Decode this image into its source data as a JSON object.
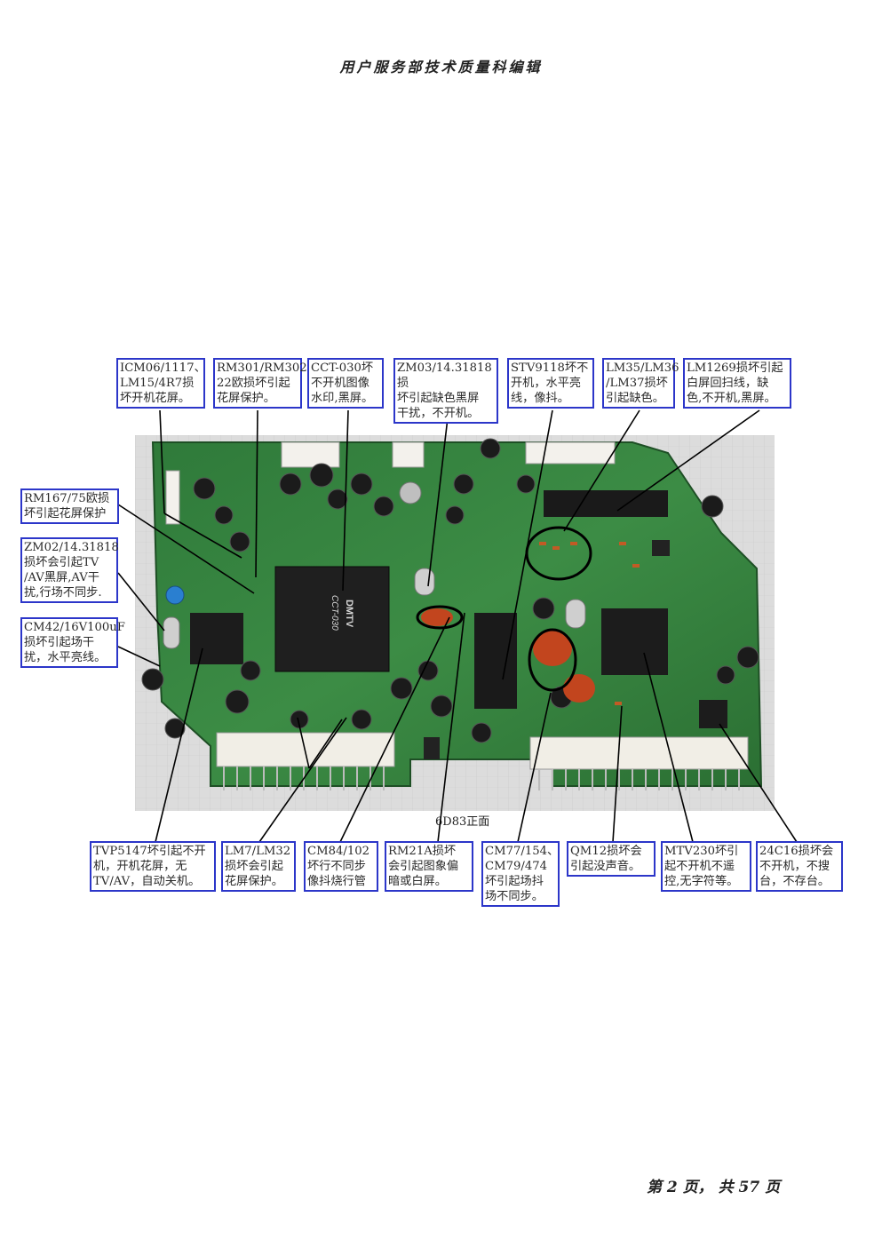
{
  "header": {
    "title": "用户服务部技术质量科编辑"
  },
  "board": {
    "caption": "6D83正面",
    "silkscreen_chip1": "DMTV",
    "silkscreen_chip2": "CCT-030"
  },
  "callouts": [
    {
      "id": "icm06",
      "text": "ICM06/1117、\nLM15/4R7损\n坏开机花屏。"
    },
    {
      "id": "rm301",
      "text": "RM301/RM302\n22欧损坏引起\n花屏保护。"
    },
    {
      "id": "cct030",
      "text": "CCT-030坏\n不开机图像\n水印,黑屏。"
    },
    {
      "id": "zm03",
      "text": "ZM03/14.31818损\n坏引起缺色黑屏\n干扰，不开机。"
    },
    {
      "id": "stv9118",
      "text": "STV9118坏不\n开机，水平亮\n线，像抖。"
    },
    {
      "id": "lm35",
      "text": "LM35/LM36\n/LM37损坏\n引起缺色。"
    },
    {
      "id": "lm1269",
      "text": "LM1269损坏引起\n白屏回扫线，缺\n色,不开机,黑屏。"
    },
    {
      "id": "rm167",
      "text": " RM167/75欧损\n坏引起花屏保护"
    },
    {
      "id": "zm02",
      "text": "ZM02/14.31818\n损坏会引起TV\n/AV黑屏,AV干\n扰,行场不同步."
    },
    {
      "id": "cm42",
      "text": "CM42/16V100uF\n损坏引起场干\n扰，水平亮线。"
    },
    {
      "id": "tvp5147",
      "text": "TVP5147坏引起不开\n机，开机花屏，无\nTV/AV，自动关机。"
    },
    {
      "id": "lm7",
      "text": "LM7/LM32\n损坏会引起\n花屏保护。"
    },
    {
      "id": "cm84",
      "text": "CM84/102\n坏行不同步\n像抖烧行管"
    },
    {
      "id": "rm21a",
      "text": " RM21A损坏\n会引起图象偏\n暗或白屏。"
    },
    {
      "id": "cm77",
      "text": "CM77/154、\nCM79/474\n坏引起场抖\n场不同步。"
    },
    {
      "id": "qm12",
      "text": "QM12损坏会\n引起没声音。"
    },
    {
      "id": "mtv230",
      "text": "MTV230坏引\n起不开机不遥\n控,无字符等。"
    },
    {
      "id": "24c16",
      "text": "24C16损坏会\n不开机，不搜\n台，不存台。"
    }
  ],
  "footer": {
    "page": "第 2 页， 共 57 页"
  }
}
